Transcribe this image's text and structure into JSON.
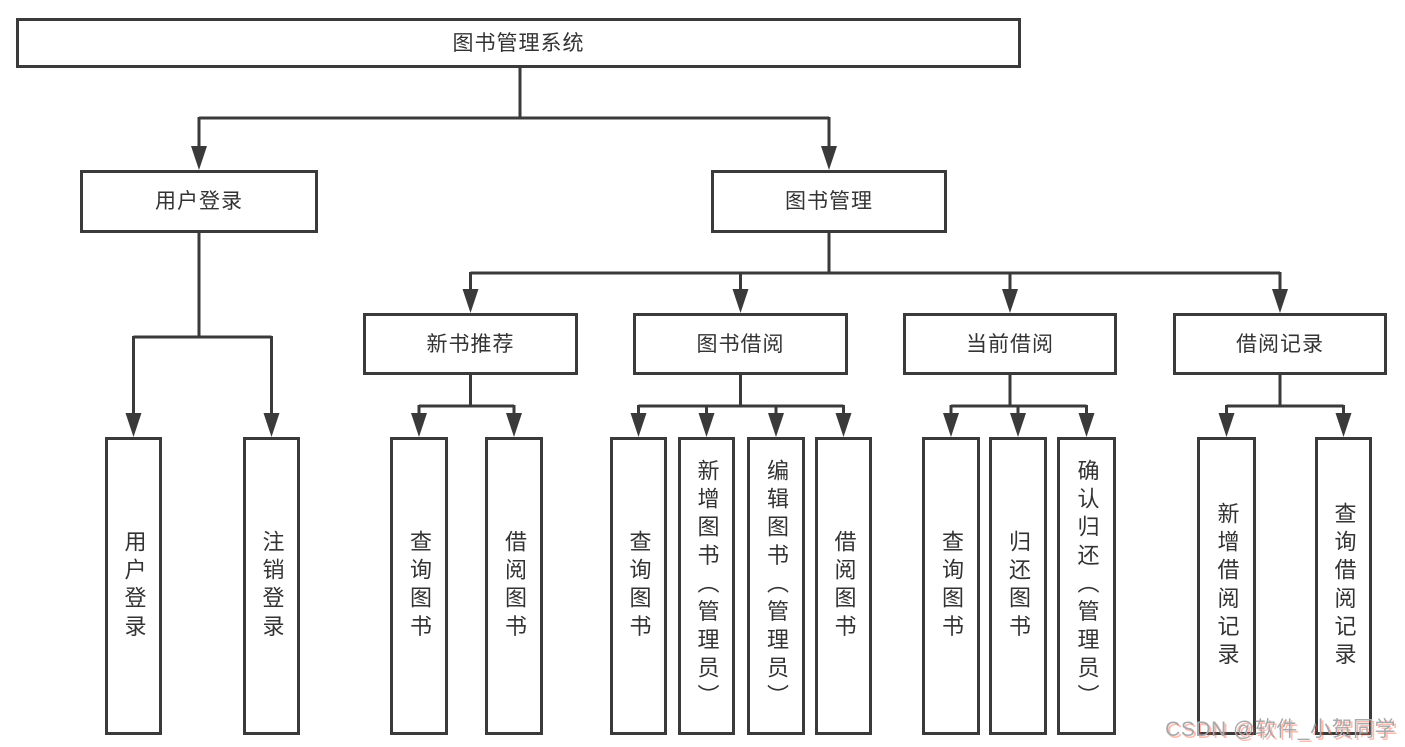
{
  "title": "图书管理系统",
  "tree": {
    "root": "图书管理系统",
    "branches": [
      {
        "label": "用户登录",
        "children": [
          "用户登录",
          "注销登录"
        ]
      },
      {
        "label": "图书管理",
        "groups": [
          {
            "label": "新书推荐",
            "children": [
              "查询图书",
              "借阅图书"
            ]
          },
          {
            "label": "图书借阅",
            "children": [
              "查询图书",
              "新增图书（管理员）",
              "编辑图书（管理员）",
              "借阅图书"
            ]
          },
          {
            "label": "当前借阅",
            "children": [
              "查询图书",
              "归还图书",
              "确认归还（管理员）"
            ]
          },
          {
            "label": "借阅记录",
            "children": [
              "新增借阅记录",
              "查询借阅记录"
            ]
          }
        ]
      }
    ]
  },
  "watermark": {
    "text": "CSDN @软件_小贺同学"
  },
  "colors": {
    "line": "#3a3a3a",
    "text": "#333333",
    "background": "#ffffff",
    "watermark_text": "#a6a9ad",
    "watermark_shadow": "#fc5531"
  }
}
